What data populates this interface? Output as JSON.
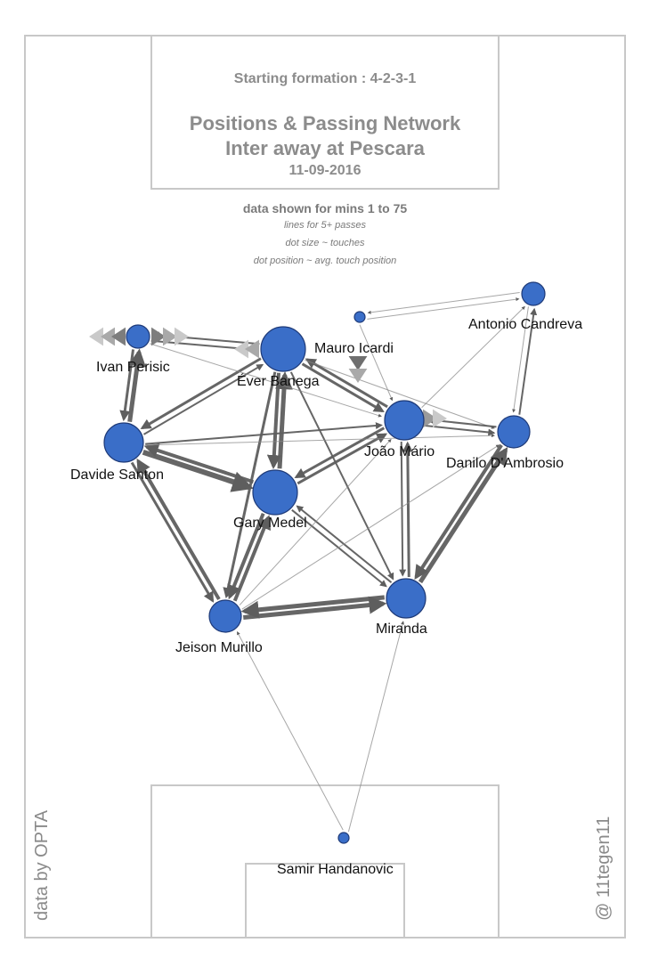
{
  "header": {
    "formation": "Starting formation : 4-2-3-1",
    "title_line1": "Positions & Passing Network",
    "title_line2": "Inter  away at  Pescara",
    "date": "11-09-2016",
    "minutes": "data shown for mins 1 to 75",
    "note_lines": "lines for 5+ passes",
    "note_size": "dot size ~ touches",
    "note_position": "dot position ~ avg. touch position"
  },
  "credits": {
    "data_source": "data by OPTA",
    "author": "@ 11tegen11"
  },
  "colors": {
    "node": "#3a6ec8",
    "node_stroke": "#1e3a78",
    "edge": "#5e5e5e",
    "pitch_line": "#c8c8c8"
  },
  "players": [
    {
      "id": "perisic",
      "name": "Ivan Perisic",
      "size": 2
    },
    {
      "id": "banega",
      "name": "Éver Banega",
      "size": 5
    },
    {
      "id": "icardi",
      "name": "Mauro Icardi",
      "size": 1
    },
    {
      "id": "candreva",
      "name": "Antonio Candreva",
      "size": 2
    },
    {
      "id": "santon",
      "name": "Davide Santon",
      "size": 4
    },
    {
      "id": "joao",
      "name": "João Mário",
      "size": 4
    },
    {
      "id": "dambrosio",
      "name": "Danilo D'Ambrosio",
      "size": 3
    },
    {
      "id": "medel",
      "name": "Gary Medel",
      "size": 5
    },
    {
      "id": "murillo",
      "name": "Jeison Murillo",
      "size": 3
    },
    {
      "id": "miranda",
      "name": "Miranda",
      "size": 4
    },
    {
      "id": "handanovic",
      "name": "Samir Handanovic",
      "size": 1
    }
  ]
}
